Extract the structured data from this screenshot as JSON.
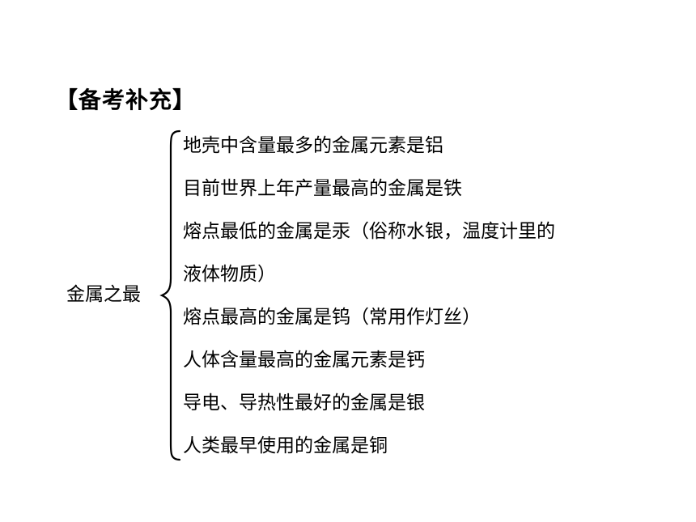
{
  "heading": "【备考补充】",
  "group_label": "金属之最",
  "facts": [
    "地壳中含量最多的金属元素是铝",
    "目前世界上年产量最高的金属是铁",
    "熔点最低的金属是汞（俗称水银，温度计里的",
    "液体物质）",
    "熔点最高的金属是钨（常用作灯丝）",
    "人体含量最高的金属元素是钙",
    "导电、导热性最好的金属是银",
    "人类最早使用的金属是铜"
  ]
}
